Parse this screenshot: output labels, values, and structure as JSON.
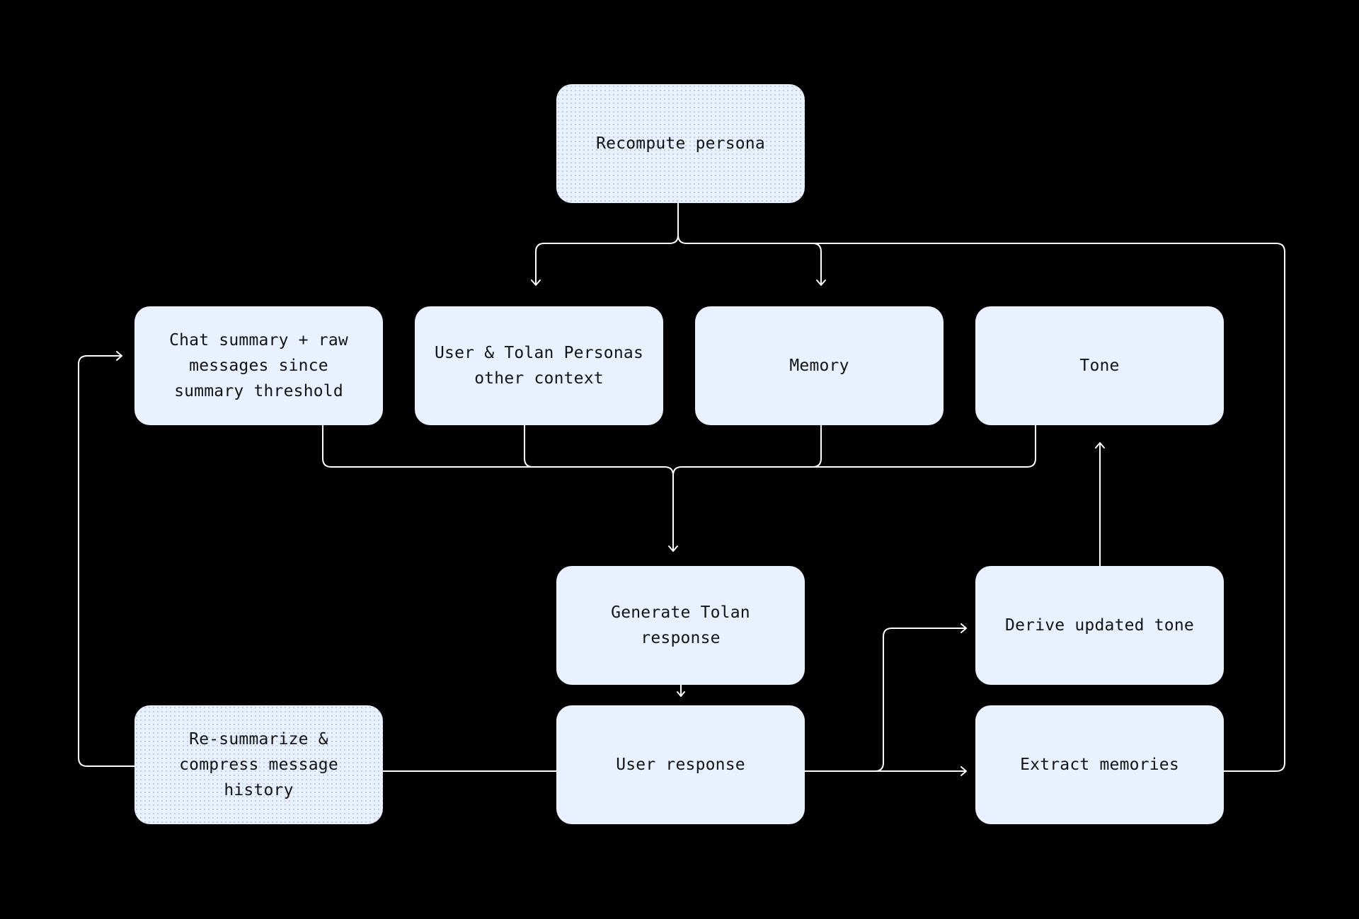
{
  "nodes": {
    "recompute_persona": "Recompute persona",
    "chat_summary": "Chat summary + raw\nmessages since\nsummary threshold",
    "personas": "User & Tolan Personas\nother context",
    "memory": "Memory",
    "tone": "Tone",
    "generate_response": "Generate Tolan\nresponse",
    "derive_tone": "Derive updated tone",
    "resummarize": "Re-summarize &\ncompress message\nhistory",
    "user_response": "User response",
    "extract_memories": "Extract memories"
  },
  "colors": {
    "background": "#000000",
    "node_fill": "#E9F1FE",
    "node_text": "#141414",
    "connector": "#FFFFFF"
  }
}
